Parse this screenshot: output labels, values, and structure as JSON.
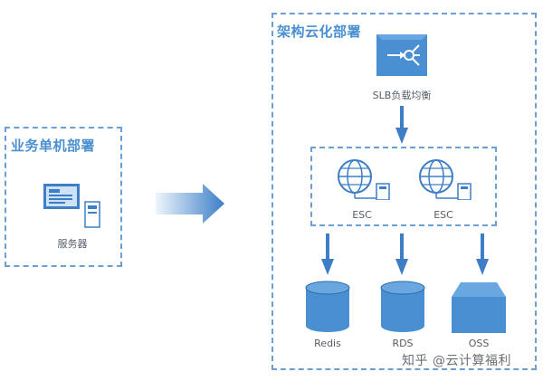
{
  "left_panel": {
    "title": "业务单机部署",
    "server_label": "服务器"
  },
  "right_panel": {
    "title": "架构云化部署",
    "slb_label": "SLB负载均衡",
    "ecs_labels": [
      "ESC",
      "ESC"
    ],
    "storage_labels": [
      "Redis",
      "RDS",
      "OSS"
    ]
  },
  "watermark": "知乎 @云计算福利",
  "colors": {
    "border": "#6aa0d6",
    "accent": "#3d7ec7",
    "fill": "#4a8fd1",
    "dark": "#2c6aa8"
  },
  "icons": [
    "server-icon",
    "slb-icon",
    "globe-server-icon",
    "database-icon",
    "oss-icon",
    "arrow-right-icon",
    "arrow-down-icon"
  ]
}
